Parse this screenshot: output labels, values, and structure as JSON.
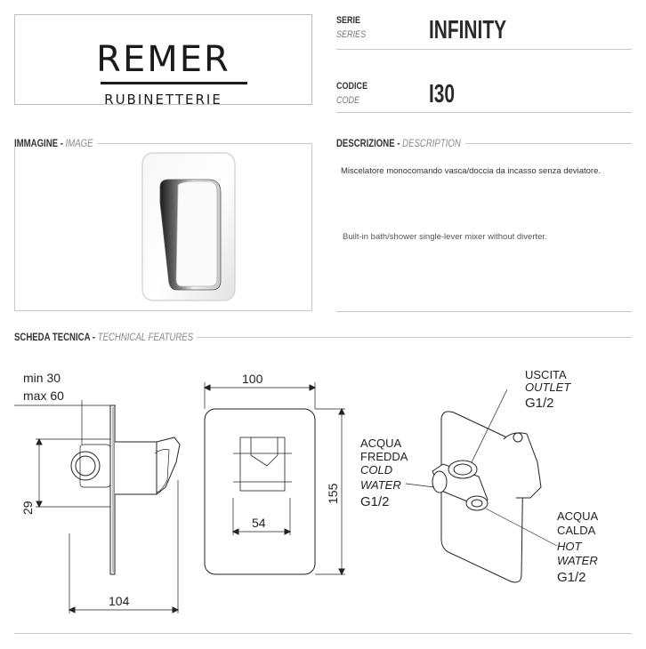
{
  "logo": {
    "brand": "REMER",
    "subtitle": "RUBINETTERIE"
  },
  "header": {
    "serie_label": "SERIE",
    "serie_label_en": "SERIES",
    "serie_value": "INFINITY",
    "codice_label": "CODICE",
    "codice_label_en": "CODE",
    "codice_value": "I30"
  },
  "image_section": {
    "title_it": "IMMAGINE -",
    "title_en": "IMAGE"
  },
  "description_section": {
    "title_it": "DESCRIZIONE -",
    "title_en": "DESCRIPTION",
    "text_it": "Miscelatore monocomando vasca/doccia da incasso senza deviatore.",
    "text_en": "Built-in bath/shower single-lever mixer without diverter."
  },
  "technical_section": {
    "title_it": "SCHEDA TECNICA -",
    "title_en": "TECHNICAL FEATURES",
    "side_view": {
      "min_depth": "min 30",
      "max_depth": "max 60",
      "height_29": "29",
      "width_104": "104"
    },
    "front_view": {
      "width_100": "100",
      "height_155": "155",
      "width_54": "54"
    },
    "iso_view": {
      "outlet_it": "USCITA",
      "outlet_en": "OUTLET",
      "outlet_size": "G1/2",
      "cold_it_1": "ACQUA",
      "cold_it_2": "FREDDA",
      "cold_en_1": "COLD",
      "cold_en_2": "WATER",
      "cold_size": "G1/2",
      "hot_it_1": "ACQUA",
      "hot_it_2": "CALDA",
      "hot_en_1": "HOT",
      "hot_en_2": "WATER",
      "hot_size": "G1/2"
    }
  }
}
